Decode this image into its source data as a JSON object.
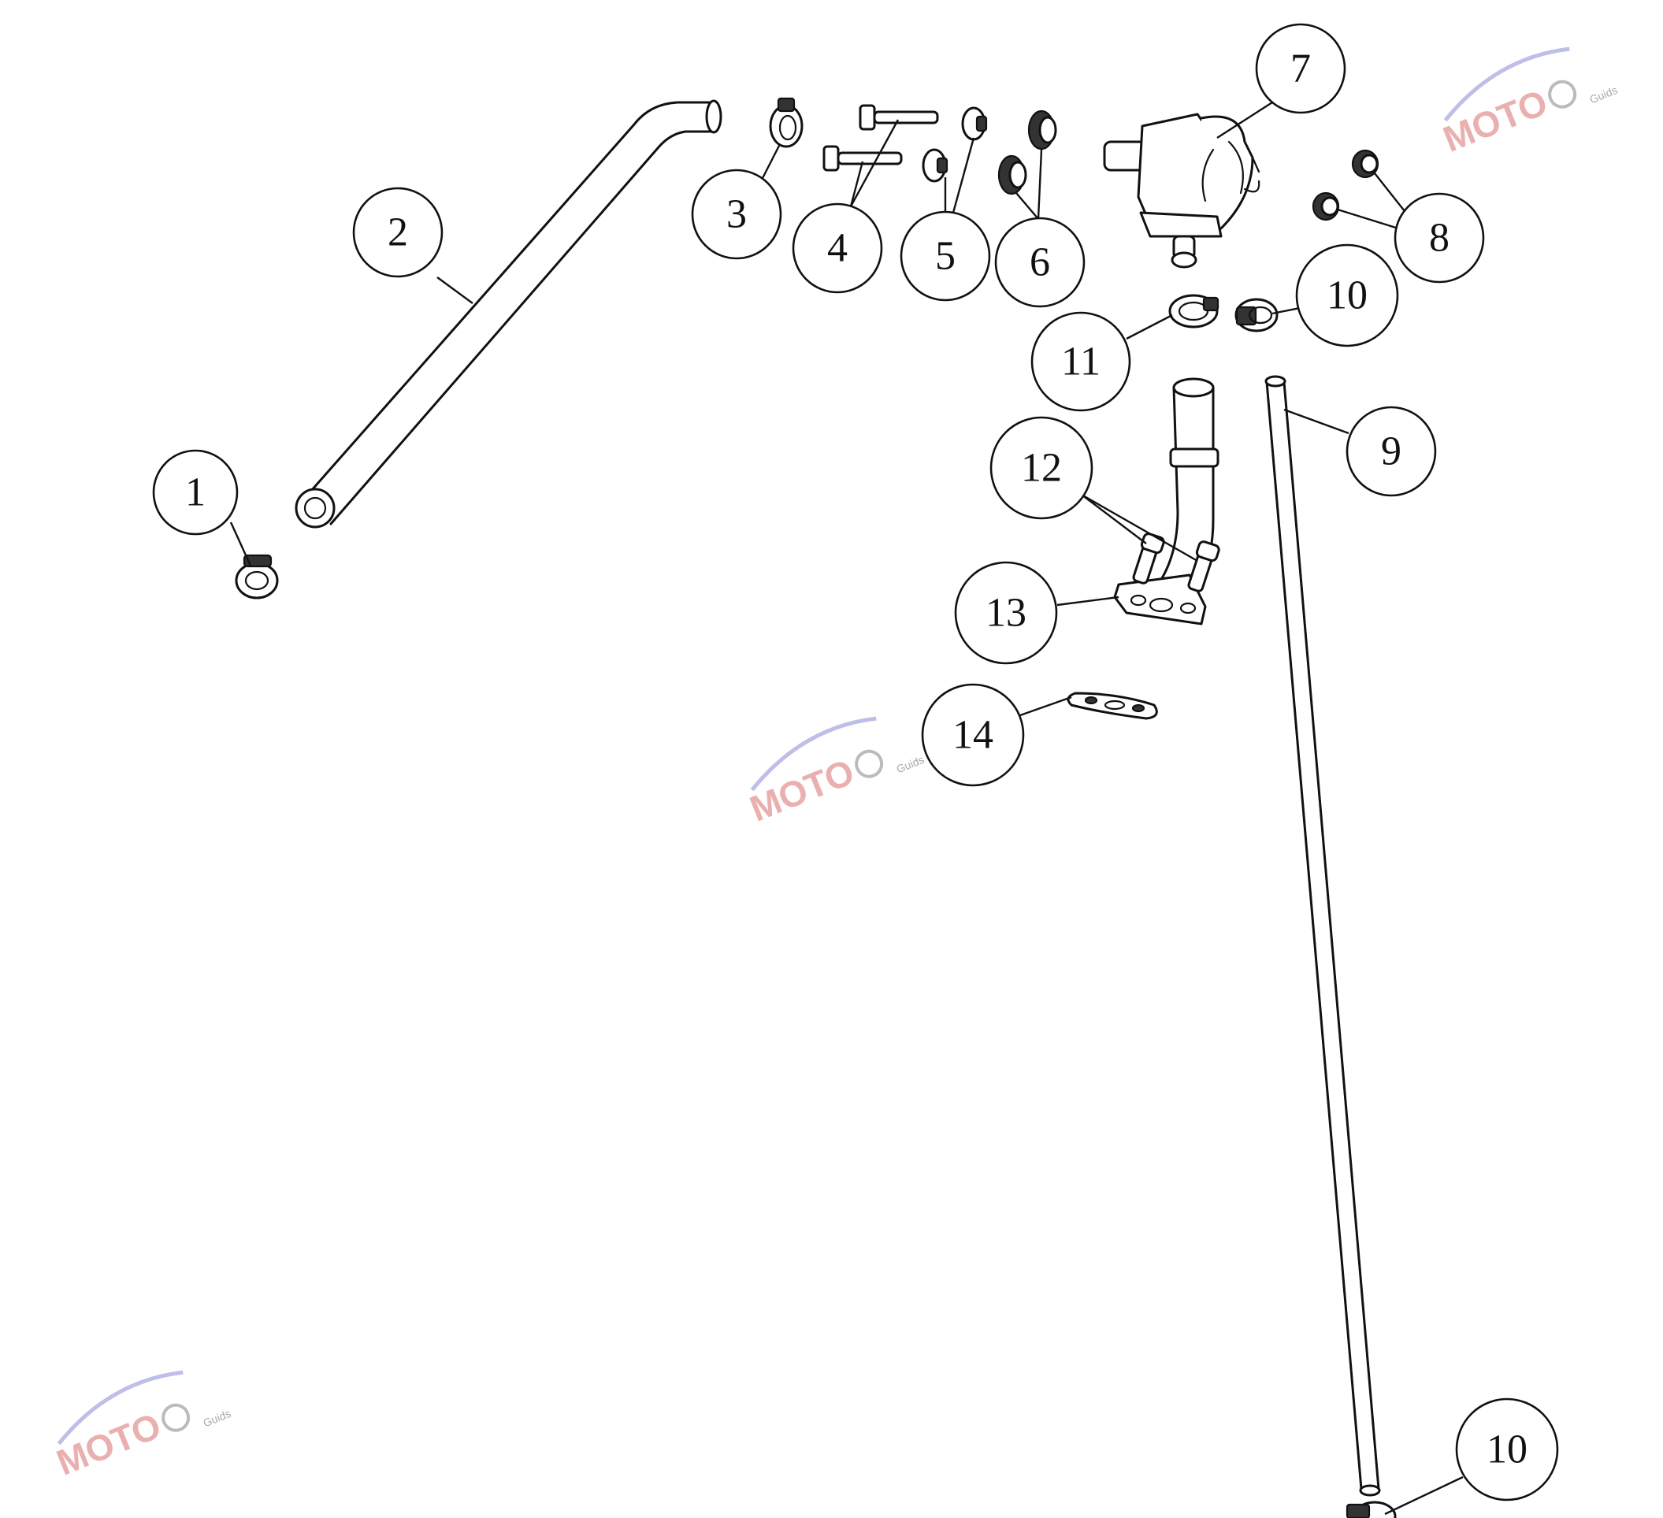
{
  "callouts": [
    {
      "label": "1"
    },
    {
      "label": "2"
    },
    {
      "label": "3"
    },
    {
      "label": "4"
    },
    {
      "label": "5"
    },
    {
      "label": "6"
    },
    {
      "label": "7"
    },
    {
      "label": "8"
    },
    {
      "label": "9"
    },
    {
      "label": "10"
    },
    {
      "label": "11"
    },
    {
      "label": "12"
    },
    {
      "label": "13"
    },
    {
      "label": "14"
    },
    {
      "label": "10"
    }
  ],
  "watermark": {
    "brand": "MOTO",
    "sub": "Guids"
  },
  "colors": {
    "line": "#111111",
    "background": "#ffffff",
    "watermark_red": "#e7a3a3",
    "watermark_blue": "#b7b7e6"
  }
}
